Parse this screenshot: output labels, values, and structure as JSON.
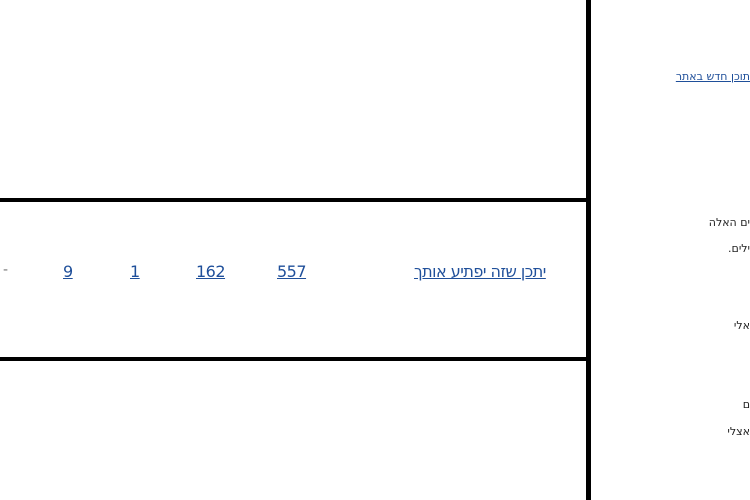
{
  "main": {
    "suggest_link": "יתכן שזה יפתיע אותך",
    "stats": [
      "557",
      "162",
      "1",
      "9"
    ],
    "trailing_dash": "-"
  },
  "sidebar": {
    "new_content_link": "תוכן חדש באתר",
    "lines": [
      "ים האלה",
      "ילים.",
      "אלי",
      "ם",
      "אצלי"
    ]
  },
  "colors": {
    "link": "#1f4f9a",
    "rule": "#000000",
    "background": "#ffffff"
  }
}
